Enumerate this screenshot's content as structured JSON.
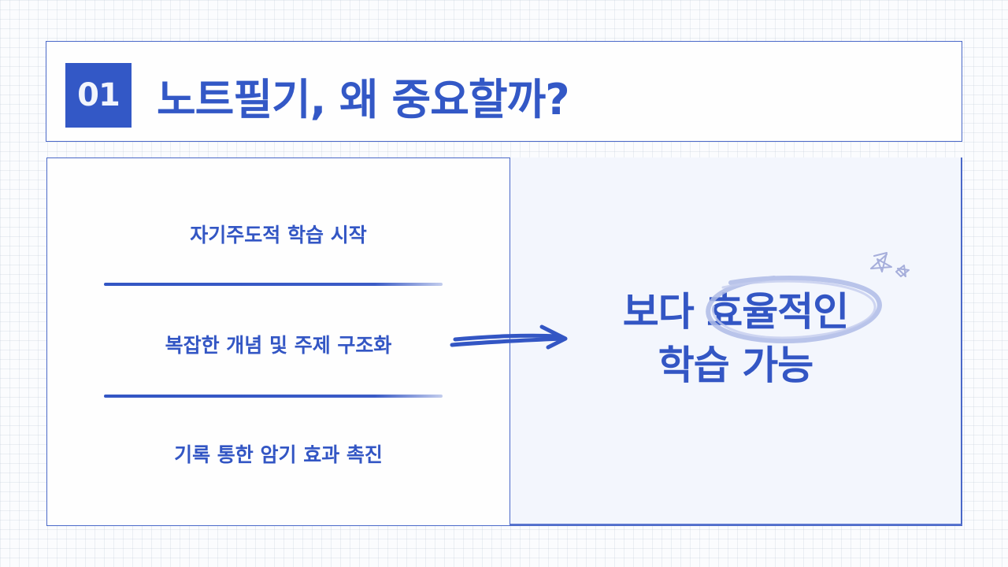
{
  "header": {
    "section_number": "01",
    "title": "노트필기, 왜 중요할까?"
  },
  "points": [
    {
      "label": "자기주도적 학습 시작"
    },
    {
      "label": "복잡한 개념 및 주제 구조화"
    },
    {
      "label": "기록 통한 암기 효과 촉진"
    }
  ],
  "conclusion": {
    "line1": "보다 효율적인",
    "line2": "학습 가능",
    "highlight": "효율적인"
  },
  "icons": {
    "arrow": "hand-drawn-arrow-right",
    "circle": "hand-drawn-circle-highlight",
    "stars": "doodle-stars"
  },
  "colors": {
    "accent": "#3358c6",
    "panel_bg": "#f3f6fd",
    "border": "#4a68c8",
    "grid": "#dfe4ec",
    "circle": "#aebbe6",
    "stars": "#a6aedb"
  }
}
